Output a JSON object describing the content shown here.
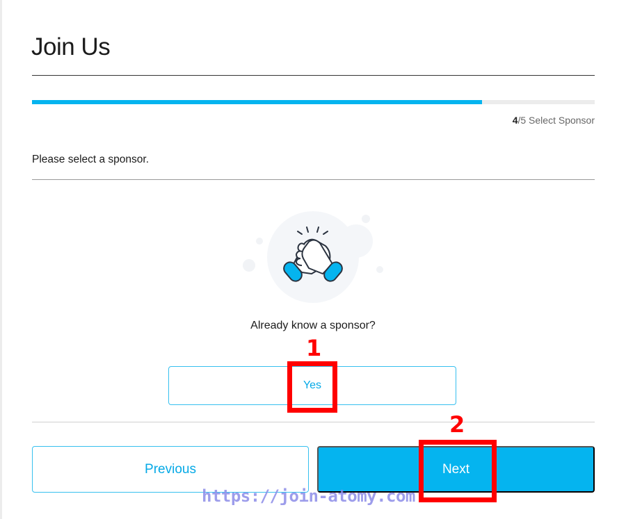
{
  "page": {
    "title": "Join Us",
    "progress": {
      "percent": 80,
      "current_step": "4",
      "step_rest": "/5 Select Sponsor",
      "fill_color": "#05b4ef"
    },
    "instruction": "Please select a sponsor.",
    "illustration": {
      "icon": "handshake-icon"
    },
    "question": "Already know a sponsor?",
    "yes_button": "Yes",
    "previous_button": "Previous",
    "next_button": "Next"
  },
  "annotations": {
    "marker_1": "1",
    "marker_2": "2",
    "color": "#ff0000"
  },
  "watermark": "https://join-atomy.com"
}
